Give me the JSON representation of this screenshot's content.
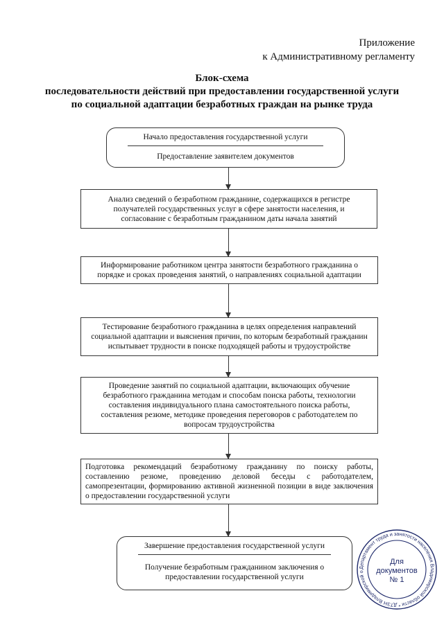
{
  "appendix": {
    "line1": "Приложение",
    "line2": "к Административному регламенту"
  },
  "title": {
    "line1": "Блок-схема",
    "line2": "последовательности действий при предоставлении государственной услуги",
    "line3": "по социальной адаптации безработных граждан на рынке труда"
  },
  "flow": {
    "start": {
      "header": "Начало предоставления государственной услуги",
      "text": "Предоставление заявителем документов"
    },
    "step1": "Анализ сведений о безработном гражданине, содержащихся в регистре получателей государственных услуг в сфере занятости населения, и согласование с безработным гражданином даты начала занятий",
    "step2": "Информирование работником центра занятости безработного гражданина о порядке и сроках проведения занятий, о направлениях социальной адаптации",
    "step3": "Тестирование безработного гражданина в целях определения направлений социальной адаптации и выяснения причин, по которым безработный гражданин испытывает трудности в поиске подходящей работы и трудоустройстве",
    "step4": "Проведение занятий по социальной адаптации, включающих обучение безработного гражданина методам и способам поиска работы, технологии составления индивидуального плана самостоятельного поиска работы, составления резюме, методике проведения переговоров с работодателем по вопросам трудоустройства",
    "step5": "Подготовка рекомендаций безработному гражданину по поиску работы, составлению резюме, проведению деловой беседы с работодателем, самопрезентации, формированию активной жизненной позиции в виде заключения о предоставлении государственной услуги",
    "end": {
      "header": "Завершение предоставления государственной услуги",
      "text": "Получение безработным гражданином заключения о предоставлении государственной услуги"
    }
  },
  "stamp": {
    "ring_text": "Департамент труда и занятости населения Владимирской области * ДТЗН Владимирской области *",
    "center_line1": "Для",
    "center_line2": "документов",
    "center_line3": "№ 1",
    "color": "#1f2a6b"
  }
}
